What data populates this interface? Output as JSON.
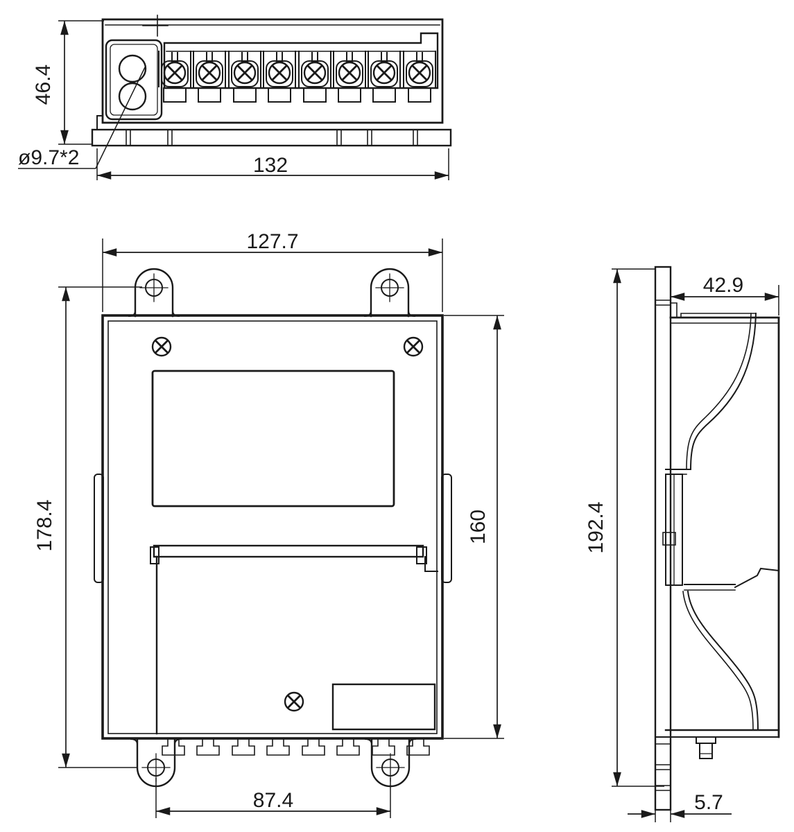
{
  "drawing": {
    "kind": "technical-dimension-drawing",
    "line_color": "#1a1a1a",
    "background_color": "#ffffff",
    "dimensions": {
      "top_view": {
        "height": "46.4",
        "hole_callout": "ø9.7*2",
        "width": "132"
      },
      "front_view": {
        "width": "127.7",
        "overall_height": "178.4",
        "body_height": "160",
        "bottom_hole_spacing": "87.4"
      },
      "side_view": {
        "depth": "42.9",
        "overall_height": "192.4",
        "bracket_thickness": "5.7"
      }
    }
  }
}
